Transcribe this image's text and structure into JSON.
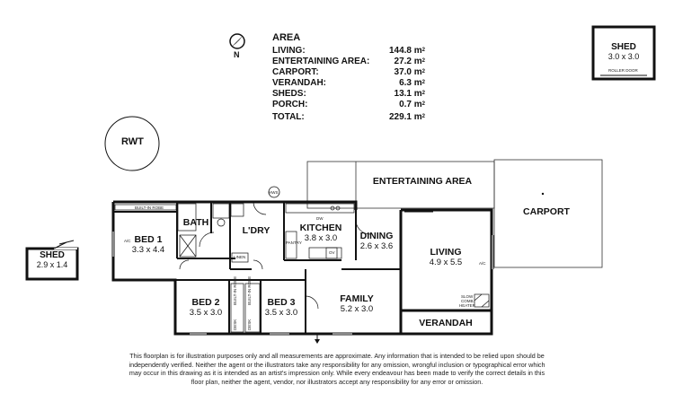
{
  "compass": {
    "north_label": "N"
  },
  "area_summary": {
    "title": "AREA",
    "rows": [
      {
        "label": "LIVING:",
        "value": "144.8 m",
        "unit_sup": "2"
      },
      {
        "label": "ENTERTAINING AREA:",
        "value": "27.2 m",
        "unit_sup": "2"
      },
      {
        "label": "CARPORT:",
        "value": "37.0 m",
        "unit_sup": "2"
      },
      {
        "label": "VERANDAH:",
        "value": "6.3 m",
        "unit_sup": "2"
      },
      {
        "label": "SHEDS:",
        "value": "13.1 m",
        "unit_sup": "2"
      },
      {
        "label": "PORCH:",
        "value": "0.7 m",
        "unit_sup": "2"
      }
    ],
    "total": {
      "label": "TOTAL:",
      "value": "229.1 m",
      "unit_sup": "2"
    }
  },
  "shed_right": {
    "name": "SHED",
    "dims": "3.0 x 3.0",
    "door": "ROLLER DOOR"
  },
  "shed_left": {
    "name": "SHED",
    "dims": "2.9 x 1.4"
  },
  "rwt": "RWT",
  "hws": "HWS",
  "rooms": {
    "entertaining": {
      "name": "ENTERTAINING AREA"
    },
    "carport": {
      "name": "CARPORT"
    },
    "bed1": {
      "name": "BED 1",
      "dims": "3.3 x 4.4"
    },
    "bath": {
      "name": "BATH"
    },
    "laundry": {
      "name": "L'DRY"
    },
    "kitchen": {
      "name": "KITCHEN",
      "dims": "3.8 x 3.0"
    },
    "dining": {
      "name": "DINING",
      "dims": "2.6 x 3.6"
    },
    "living": {
      "name": "LIVING",
      "dims": "4.9 x 5.5"
    },
    "bed2": {
      "name": "BED 2",
      "dims": "3.5 x 3.0"
    },
    "bed3": {
      "name": "BED 3",
      "dims": "3.5 x 3.0"
    },
    "family": {
      "name": "FAMILY",
      "dims": "5.2 x 3.0"
    },
    "verandah": {
      "name": "VERANDAH"
    }
  },
  "small_labels": {
    "built_in_robe": "BUILT-IN ROBE",
    "ac": "A/C",
    "linen": "LINEN",
    "dw": "DW",
    "pantry": "PANTRY",
    "ov": "OV",
    "slow_comb_heater_1": "SLOW",
    "slow_comb_heater_2": "COMB.",
    "slow_comb_heater_3": "HEATER",
    "desk": "DESK",
    "bir_bed2": "BUILT-IN ROBE",
    "bir_bed3": "BUILT-IN ROBE"
  },
  "disclaimer": "This floorplan is for illustration purposes only and all measurements are approximate. Any information that is intended to be relied upon should be independently verified. Neither the agent or the illustrators take any responsibility for any omission, wrongful inclusion or typographical error which may occur in this drawing as it is intended as an artist's impression only. While every endeavour has been made to verify the correct details in this floor plan, neither the agent, vendor, nor illustrators accept any responsibility for any error or omission."
}
